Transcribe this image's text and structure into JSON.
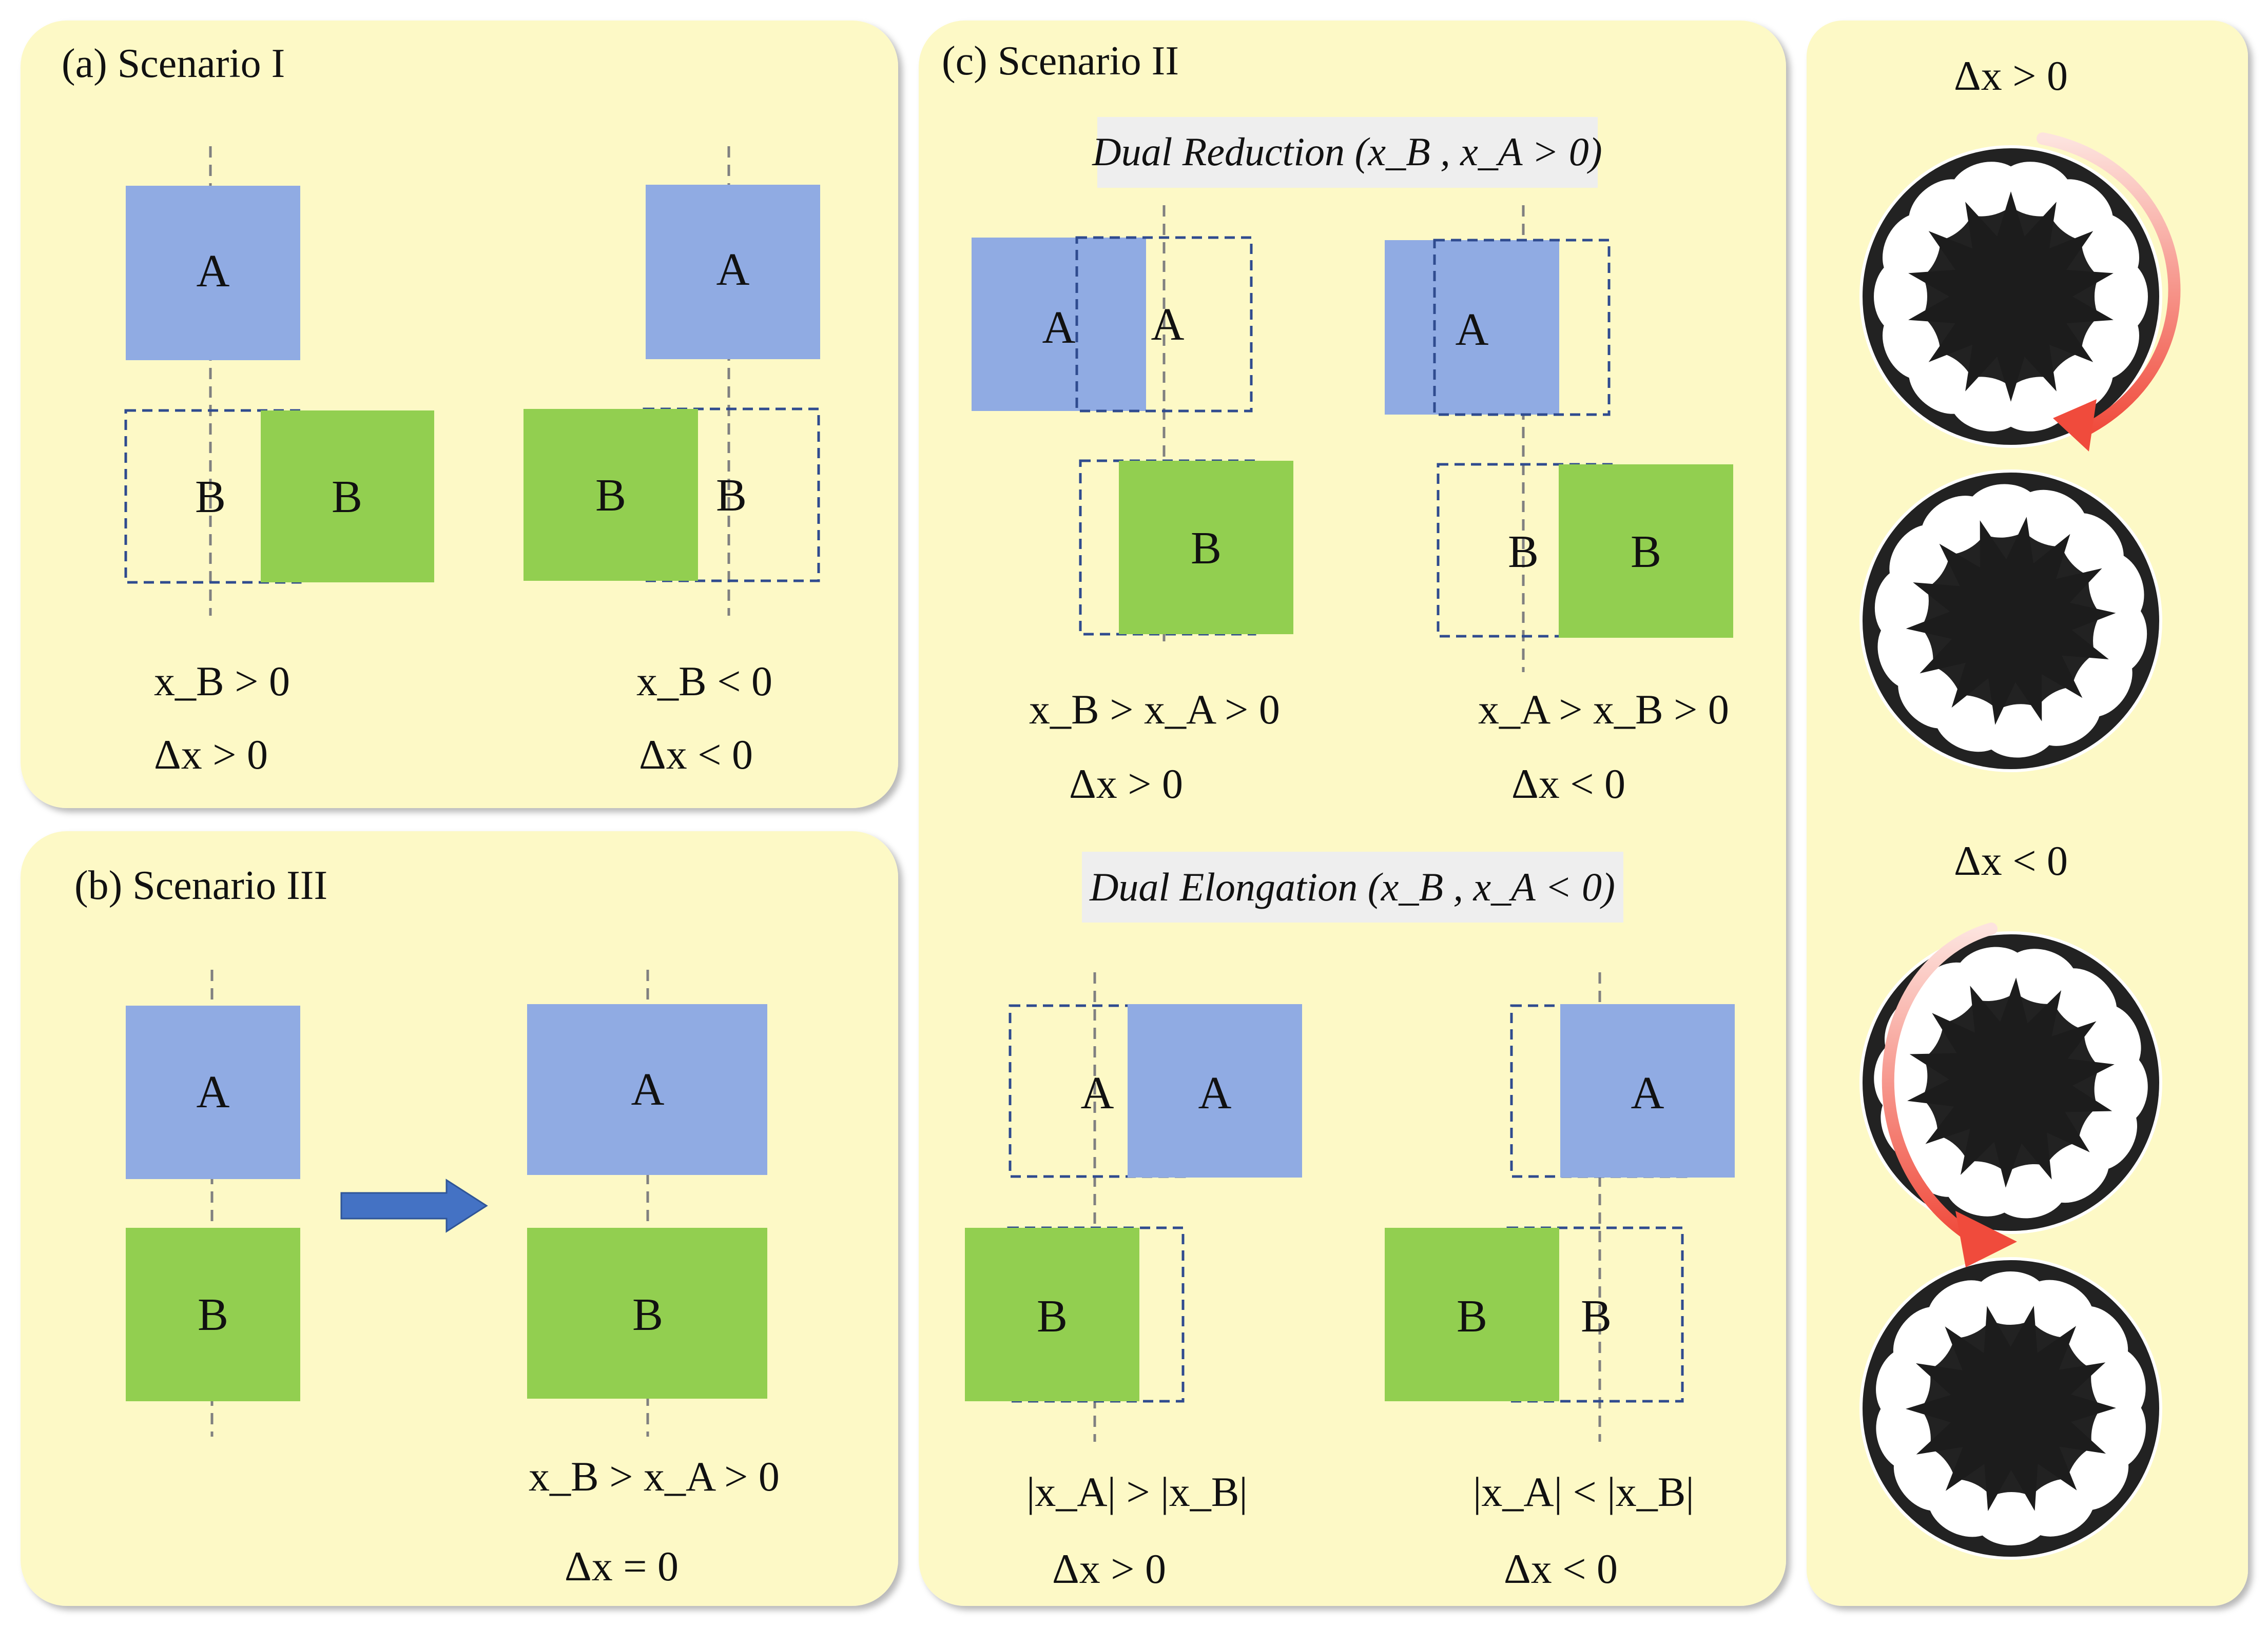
{
  "colors": {
    "panel_fill": "#fdf9c6",
    "box_a": "#90abe3",
    "box_b": "#92cf50",
    "dashed_box": "#2f4b8f",
    "axis_line": "#808080",
    "arrow": "#4472c4",
    "rotation_arrow": "#f04b3c",
    "caption_bg": "#eeeeee"
  },
  "panel_a": {
    "title": "(a) Scenario I",
    "box_a": "A",
    "box_b": "B",
    "left": {
      "cond1": "x_B > 0",
      "cond2": "Δx > 0"
    },
    "right": {
      "cond1": "x_B < 0",
      "cond2": "Δx < 0"
    }
  },
  "panel_b": {
    "title": "(b) Scenario III",
    "box_a": "A",
    "box_b": "B",
    "cond1": "x_B > x_A > 0",
    "cond2": "Δx = 0"
  },
  "panel_c": {
    "title": "(c) Scenario II",
    "caption_reduction": "Dual Reduction (x_B , x_A > 0)",
    "caption_elongation": "Dual Elongation (x_B , x_A < 0)",
    "box_a": "A",
    "box_b": "B",
    "q1": {
      "cond1": "x_B > x_A > 0",
      "cond2": "Δx > 0"
    },
    "q2": {
      "cond1": "x_A > x_B > 0",
      "cond2": "Δx < 0"
    },
    "q3": {
      "cond1": "|x_A| > |x_B|",
      "cond2": "Δx > 0"
    },
    "q4": {
      "cond1": "|x_A| < |x_B|",
      "cond2": "Δx < 0"
    }
  },
  "panel_d": {
    "label_top": "Δx > 0",
    "label_bottom": "Δx < 0",
    "images": [
      "rotor-image",
      "rotor-image",
      "rotor-image",
      "rotor-image"
    ]
  }
}
